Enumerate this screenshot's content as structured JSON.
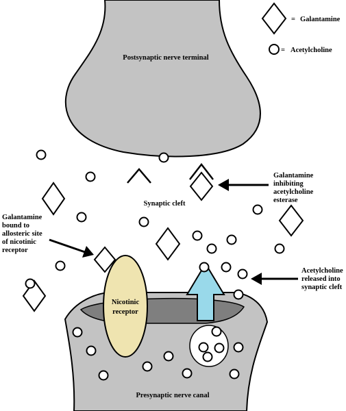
{
  "legend": {
    "items": [
      {
        "symbol": "diamond",
        "separator": "=",
        "label": "Galantamine"
      },
      {
        "symbol": "circle",
        "separator": "=",
        "label": "Acetylcholine"
      }
    ]
  },
  "structures": {
    "postsynaptic": "Postsynaptic nerve terminal",
    "cleft": "Synaptic cleft",
    "receptor": [
      "Nicotinic",
      "receptor"
    ],
    "presynaptic": "Presynaptic nerve canal"
  },
  "annotations": {
    "inhibiting": [
      "Galantamine",
      "inhibiting",
      "acetylcholine",
      "esterase"
    ],
    "allosteric": [
      "Galantamine",
      "bound to",
      "allosteric site",
      "of nicotinic",
      "receptor"
    ],
    "released": [
      "Acetylcholine",
      "released into",
      "synaptic cleft"
    ]
  },
  "colors": {
    "terminal_fill": "#c3c3c3",
    "cavity_fill": "#7f7f7f",
    "receptor_fill": "#efe4b0",
    "release_arrow_fill": "#99d9ea",
    "stroke": "#000000"
  }
}
